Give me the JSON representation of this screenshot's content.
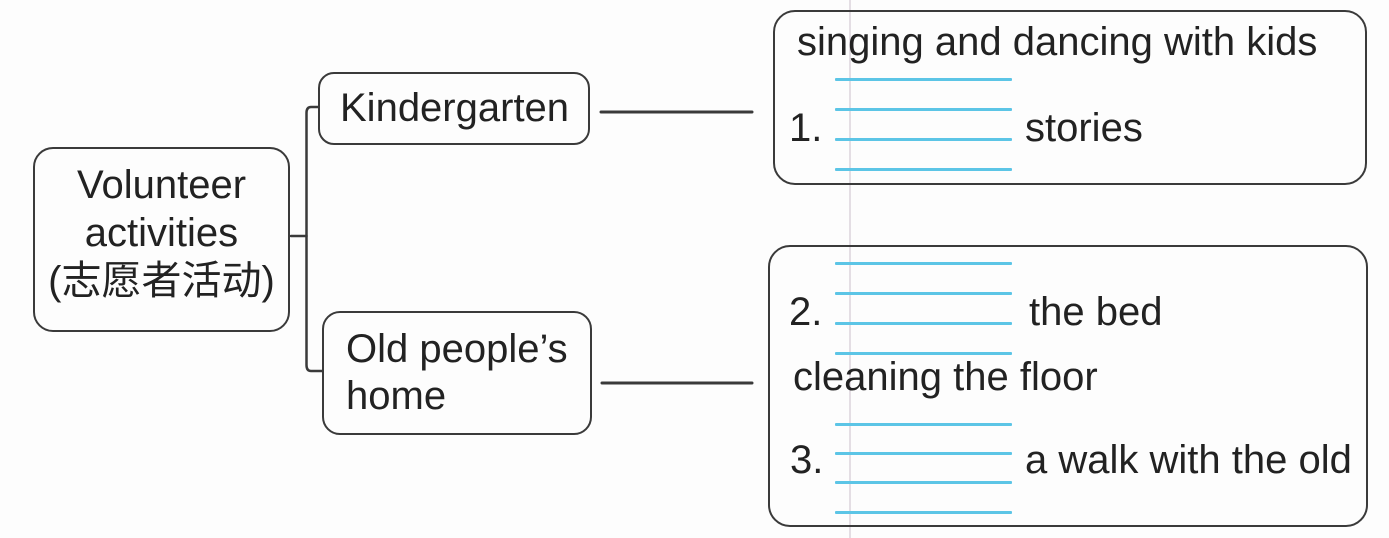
{
  "diagram": {
    "root": {
      "lines": [
        "Volunteer",
        "activities",
        "(志愿者活动)"
      ]
    },
    "branch_kindergarten": {
      "label": "Kindergarten"
    },
    "branch_old_peoples_home": {
      "lines": [
        "Old people’s",
        "home"
      ]
    },
    "kindergarten_box": {
      "row_text": "singing and dancing with kids",
      "item1_number": "1.",
      "item1_suffix": "stories",
      "item1_blank": ""
    },
    "old_home_box": {
      "item2_number": "2.",
      "item2_suffix": "the bed",
      "item2_blank": "",
      "row_text": "cleaning the floor",
      "item3_number": "3.",
      "item3_suffix": "a walk with the old",
      "item3_blank": ""
    },
    "colors": {
      "ink": "#222222",
      "border": "#3a3a3a",
      "blank_line": "#5cc5e6",
      "margin_line": "#ddd6dd",
      "paper": "#fdfdfd"
    }
  }
}
